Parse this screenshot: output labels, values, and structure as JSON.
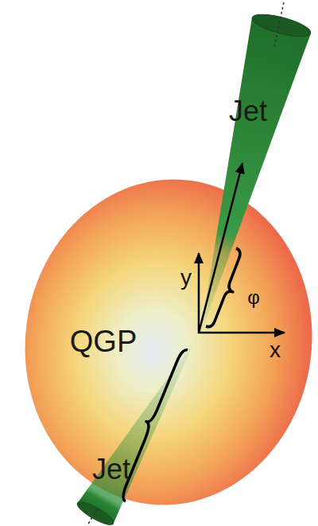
{
  "diagram": {
    "nodes": [
      {
        "text": [
          "QGP"
        ]
      },
      {
        "text": [
          "Jet"
        ]
      },
      {
        "text": [
          "Jet"
        ]
      }
    ],
    "labels": [
      "y",
      "x",
      "φ"
    ]
  }
}
